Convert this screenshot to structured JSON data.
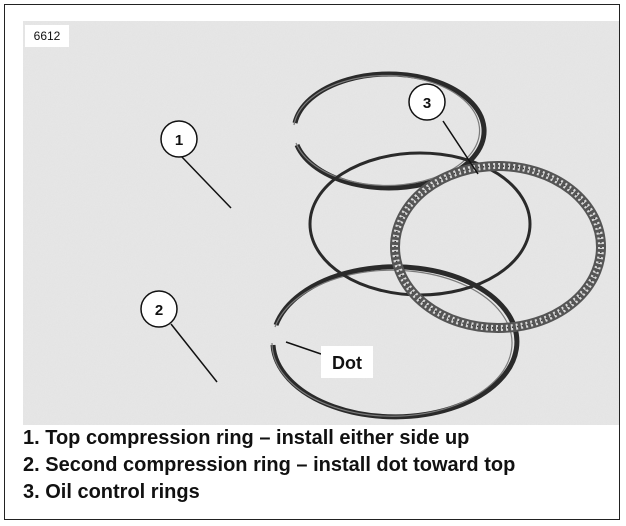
{
  "figure_id": "6612",
  "callouts": [
    {
      "number": "1"
    },
    {
      "number": "2"
    },
    {
      "number": "3"
    }
  ],
  "dot_label": "Dot",
  "legend": [
    "1. Top compression ring – install either side up",
    "2. Second compression ring – install dot toward top",
    "3. Oil control rings"
  ]
}
